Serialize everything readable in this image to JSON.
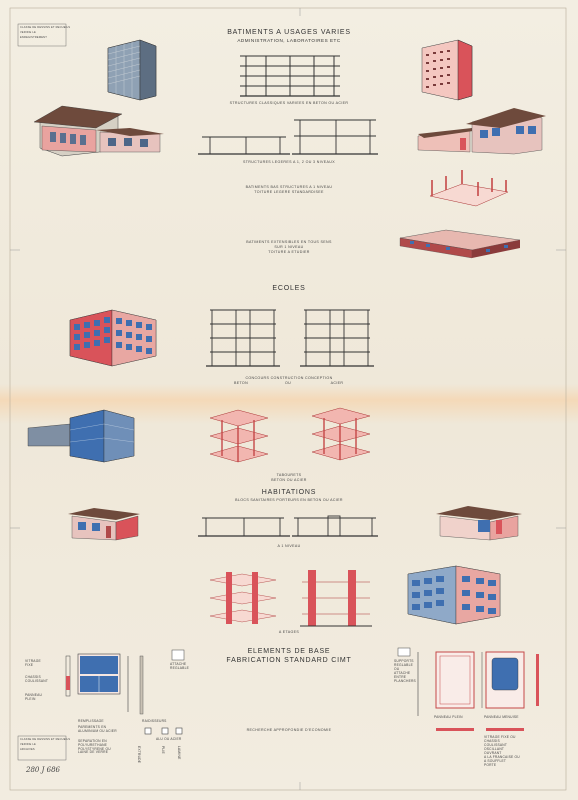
{
  "sheet": {
    "title_1": "BATIMENTS A USAGES VARIES",
    "subtitle_1": "ADMINISTRATION, LABORATOIRES ETC",
    "cap_struct_classic": "STRUCTURES CLASSIQUES VARIEES EN BETON OU ACIER",
    "cap_struct_light": "STRUCTURES LEGERES A 1, 2 OU 3 NIVEAUX",
    "cap_low_1": "BATIMENTS BAS STRUCTURES A 1 NIVEAU",
    "cap_low_2": "TOITURE LEGERE STANDARDISEE",
    "cap_ext_1": "BATIMENTS EXTENSIBLES EN TOUS SENS",
    "cap_ext_2": "SUR 1 NIVEAU",
    "cap_ext_3": "TOITURE A ETUDIER",
    "title_2": "ECOLES",
    "cap_contest": "CONCOURS CONSTRUCTION CONCEPTION",
    "cap_beton": "BETON",
    "cap_ou": "OU",
    "cap_acier": "ACIER",
    "cap_tab_1": "TABOURETS",
    "cap_tab_2": "BETON OU ACIER",
    "title_3": "HABITATIONS",
    "cap_blocs": "BLOCS SANITAIRES PORTEURS EN BETON OU ACIER",
    "cap_1niv": "A 1 NIVEAU",
    "cap_etages": "A ETAGES",
    "title_4a": "ELEMENTS DE BASE",
    "title_4b": "FABRICATION STANDARD CIMT",
    "lbl_vitrage_fixe_1": "VITRAGE",
    "lbl_vitrage_fixe_2": "FIXE",
    "lbl_chassis_1": "CHASSIS",
    "lbl_chassis_2": "COULISSANT",
    "lbl_panneau_1": "PANNEAU",
    "lbl_panneau_2": "PLEIN",
    "lbl_attache_1": "ATTACHE",
    "lbl_attache_2": "REGLABLE",
    "lbl_remplissage": "REMPLISSAGE",
    "lbl_parements": "PAREMENTS EN ALUMINIUM OU ACIER",
    "lbl_separation": "SEPARATION EN POLYURETHANE POLYSTYRENE OU LAINE DE VERRE",
    "lbl_raidisseurs": "RAIDISSEURS",
    "lbl_alu": "ALU OU ACIER",
    "lbl_extrude": "EXTRUDE",
    "lbl_plie": "PLIE",
    "lbl_lamine": "LAMINE",
    "lbl_recherche": "RECHERCHE APPROFONDIE D'ECONOMIE",
    "lbl_supports_1": "SUPPORTS",
    "lbl_supports_2": "REGLABLE",
    "lbl_supports_3": "OU",
    "lbl_supports_4": "ATTACHE",
    "lbl_supports_5": "ENTRE",
    "lbl_supports_6": "PLANCHERS",
    "lbl_pan_plein": "PANNEAU PLEIN",
    "lbl_pan_menuise": "PANNEAU MENUISE",
    "lbl_vit_1": "VITRAGE FIXE OU",
    "lbl_vit_2": "CHASSIS",
    "lbl_vit_3": "COULISSANT",
    "lbl_vit_4": "OSCILLANT",
    "lbl_vit_5": "OUVRANT",
    "lbl_vit_6": "A LA FRANCAISE OU",
    "lbl_vit_7": "A SOUFFLET",
    "lbl_vit_8": "PORTE",
    "stamp_1": "CLASSE DE DESSINS ET RECUEILS",
    "stamp_2": "VERIFIE LE",
    "stamp_3": "ENREGISTREMENT",
    "stamp_4": "ARCHIVES",
    "handwritten_ref": "280 J 686"
  },
  "colors": {
    "paper": "#efe8d9",
    "ink": "#3a3a3a",
    "red": "#d9535a",
    "pink": "#f2b6b0",
    "blue": "#3f6fb0",
    "light_blue": "#9fc0e0"
  }
}
